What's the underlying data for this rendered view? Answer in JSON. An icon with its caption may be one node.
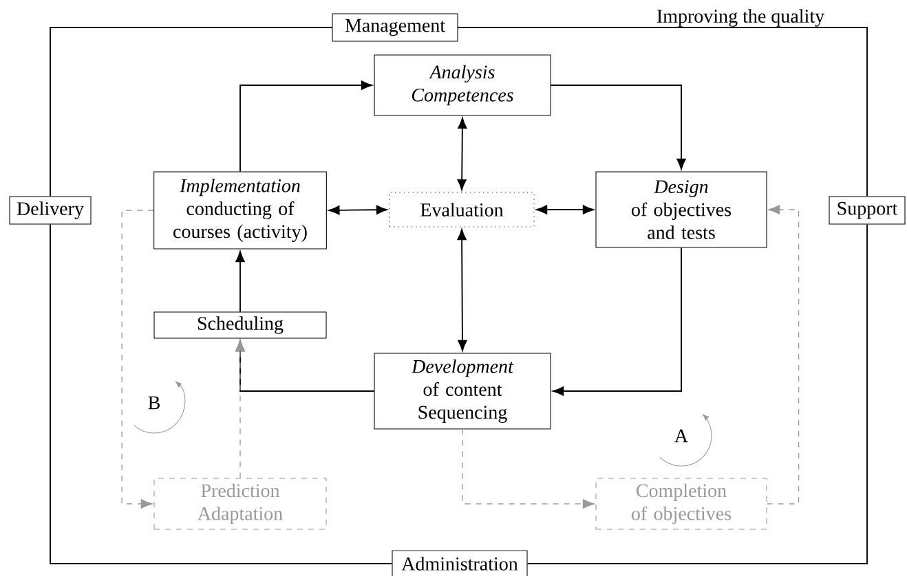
{
  "diagram": {
    "nodes": [
      {
        "text": [
          "Management"
        ]
      },
      {
        "text": [
          "Delivery"
        ]
      },
      {
        "text": [
          "Support"
        ]
      },
      {
        "text": [
          "Administration"
        ]
      },
      {
        "text": [
          "Analysis Competences"
        ]
      },
      {
        "text": [
          "Implementation",
          "conducting of courses (activity)"
        ]
      },
      {
        "text": [
          "Evaluation"
        ]
      },
      {
        "text": [
          "Design",
          "of objectives and tests"
        ]
      },
      {
        "text": [
          "Scheduling"
        ]
      },
      {
        "text": [
          "Development",
          "of content Sequencing"
        ]
      },
      {
        "text": [
          "Prediction Adaptation"
        ]
      },
      {
        "text": [
          "Completion of objectives"
        ]
      }
    ],
    "edges": [
      {
        "from": 0,
        "to": 2,
        "arrow": "none"
      },
      {
        "from": 2,
        "to": 3,
        "arrow": "none"
      },
      {
        "from": 3,
        "to": 1,
        "arrow": "none"
      },
      {
        "from": 1,
        "to": 0,
        "arrow": "none"
      },
      {
        "from": 5,
        "to": 4,
        "arrow": "to"
      },
      {
        "from": 4,
        "to": 7,
        "arrow": "to"
      },
      {
        "from": 7,
        "to": 9,
        "arrow": "to"
      },
      {
        "from": 9,
        "to": 8,
        "arrow": "to"
      },
      {
        "from": 8,
        "to": 5,
        "arrow": "to"
      },
      {
        "from": 4,
        "to": 6,
        "arrow": "both"
      },
      {
        "from": 5,
        "to": 6,
        "arrow": "both"
      },
      {
        "from": 6,
        "to": 7,
        "arrow": "both"
      },
      {
        "from": 6,
        "to": 9,
        "arrow": "both"
      },
      {
        "from": 5,
        "to": 10,
        "arrow": "to",
        "style": "dashed",
        "color": "#999999"
      },
      {
        "from": 10,
        "to": 8,
        "arrow": "to",
        "style": "dashed",
        "color": "#999999"
      },
      {
        "from": 9,
        "to": 11,
        "arrow": "to",
        "style": "dashed",
        "color": "#999999"
      },
      {
        "from": 11,
        "to": 7,
        "arrow": "to",
        "style": "dashed",
        "color": "#999999"
      }
    ],
    "labels": [
      "Improving the quality",
      "B",
      "A"
    ]
  }
}
